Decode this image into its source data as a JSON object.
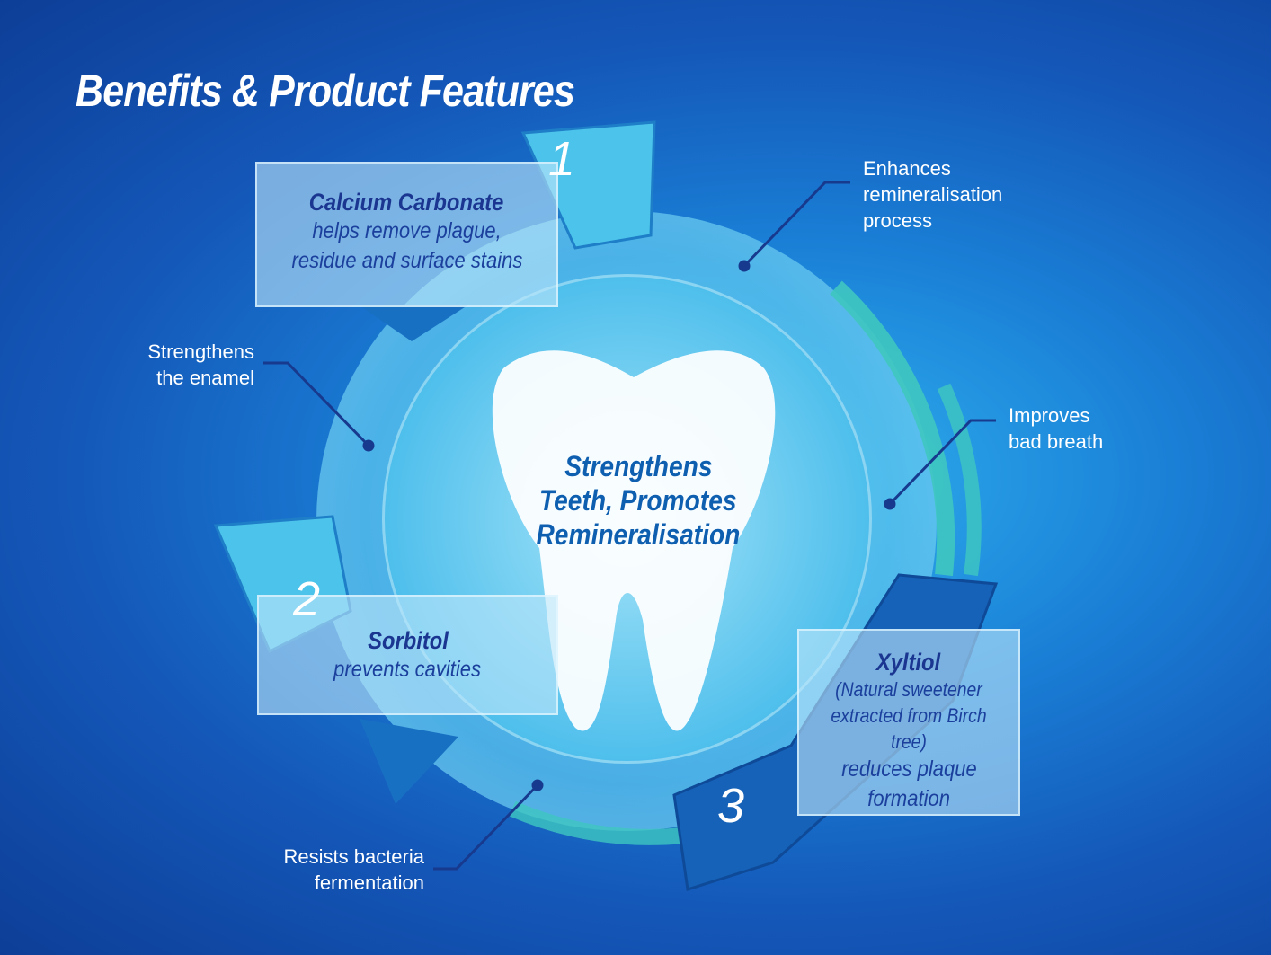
{
  "title": "Benefits & Product Features",
  "center_text": [
    "Strengthens",
    "Teeth, Promotes",
    "Remineralisation"
  ],
  "features": [
    {
      "number": "1",
      "name": "Calcium Carbonate",
      "lines": [
        "helps remove plague,",
        "residue and surface stains"
      ]
    },
    {
      "number": "2",
      "name": "Sorbitol",
      "lines": [
        "prevents cavities"
      ]
    },
    {
      "number": "3",
      "name": "Xyltiol",
      "lines": [
        "(Natural sweetener",
        "extracted from Birch tree)",
        "reduces plaque",
        "formation"
      ]
    }
  ],
  "benefits": [
    {
      "lines": [
        "Enhances",
        "remineralisation",
        "process"
      ]
    },
    {
      "lines": [
        "Strengthens",
        "the enamel"
      ]
    },
    {
      "lines": [
        "Improves",
        "bad breath"
      ]
    },
    {
      "lines": [
        "Resists bacteria",
        "fermentation"
      ]
    }
  ],
  "colors": {
    "text_dark": "#1a3690",
    "accent_teal": "#3fc7c0",
    "bg": "#1a7fd6"
  }
}
